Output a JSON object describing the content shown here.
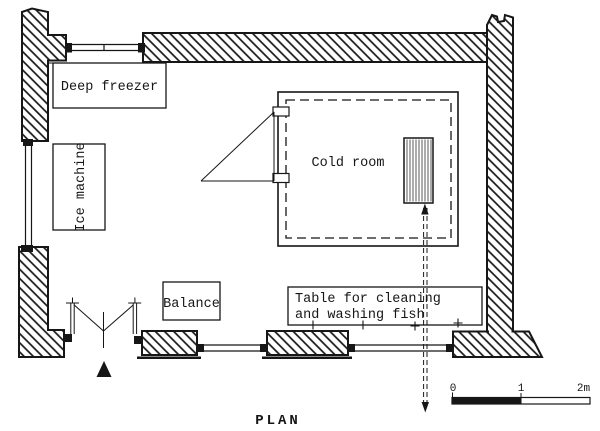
{
  "drawing_title": "PLAN",
  "rooms": {
    "cold_room": "Cold room"
  },
  "equipment": {
    "deep_freezer": "Deep freezer",
    "ice_machine": "Ice machine",
    "balance": "Balance",
    "table_line1": "Table for cleaning",
    "table_line2": "and washing fish"
  },
  "scale_bar": {
    "tick_0": "0",
    "tick_1": "1",
    "tick_2": "2m",
    "length_meters": 2
  },
  "colors": {
    "ink": "#161616",
    "paper": "#ffffff"
  }
}
